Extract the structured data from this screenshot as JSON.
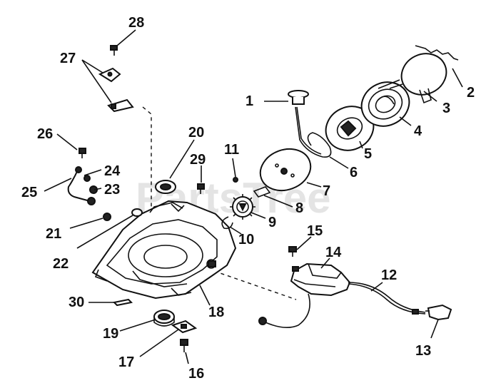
{
  "diagram": {
    "watermark": "PartsTree",
    "callouts": [
      "1",
      "2",
      "3",
      "4",
      "5",
      "6",
      "7",
      "8",
      "9",
      "10",
      "11",
      "12",
      "13",
      "14",
      "15",
      "16",
      "17",
      "18",
      "19",
      "20",
      "21",
      "22",
      "23",
      "24",
      "25",
      "26",
      "27",
      "28",
      "29",
      "30"
    ]
  }
}
